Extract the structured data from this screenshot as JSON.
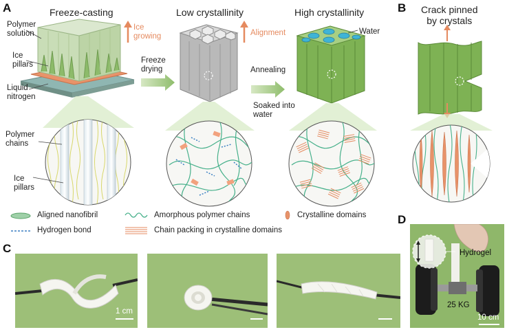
{
  "panels": {
    "a": "A",
    "b": "B",
    "c": "C",
    "d": "D"
  },
  "panel_a": {
    "title_freeze": "Freeze-casting",
    "title_low": "Low crystallinity",
    "title_high": "High crystallinity",
    "polymer_solution": [
      "Polymer",
      "solution"
    ],
    "ice_growing": [
      "Ice",
      "growing"
    ],
    "ice_pillars_top": [
      "Ice",
      "pillars"
    ],
    "liquid_nitrogen": [
      "Liquid",
      "nitrogen"
    ],
    "freeze_drying": [
      "Freeze",
      "drying"
    ],
    "alignment": "Alignment",
    "water": "Water",
    "annealing": "Annealing",
    "soaked": [
      "Soaked into",
      "water"
    ],
    "polymer_chains": [
      "Polymer",
      "chains"
    ],
    "ice_pillars_bottom": [
      "Ice",
      "pillars"
    ]
  },
  "panel_b": {
    "title": [
      "Crack pinned",
      "by crystals"
    ]
  },
  "legend": {
    "aligned_nanofibril": "Aligned nanofibril",
    "amorphous_chains": "Amorphous polymer chains",
    "crystalline_domains": "Crystalline domains",
    "hydrogen_bond": "Hydrogen bond",
    "chain_packing": "Chain packing in crystalline domains"
  },
  "panel_c": {
    "scale": "1 cm"
  },
  "panel_d": {
    "hydrogel": "Hydrogel",
    "weight": "25 KG",
    "scale": "10 cm"
  },
  "colors": {
    "green": "#6fa64c",
    "light_green": "#b9d79a",
    "orange": "#e58a5f",
    "photo_bg": "#9dbf78",
    "blue_water": "#3fb4d6"
  }
}
